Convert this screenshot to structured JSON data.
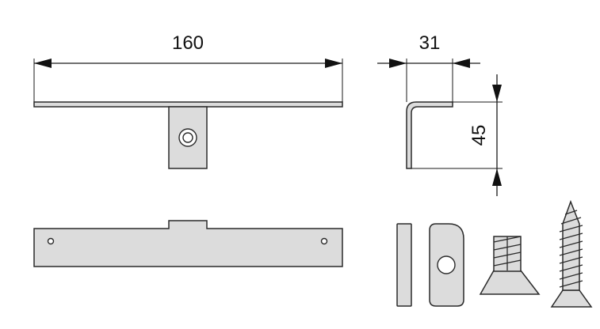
{
  "dimensions": {
    "length": "160",
    "depth": "31",
    "height": "45"
  },
  "colors": {
    "part_fill": "#dcdcdc",
    "outline": "#2a2a2a"
  }
}
